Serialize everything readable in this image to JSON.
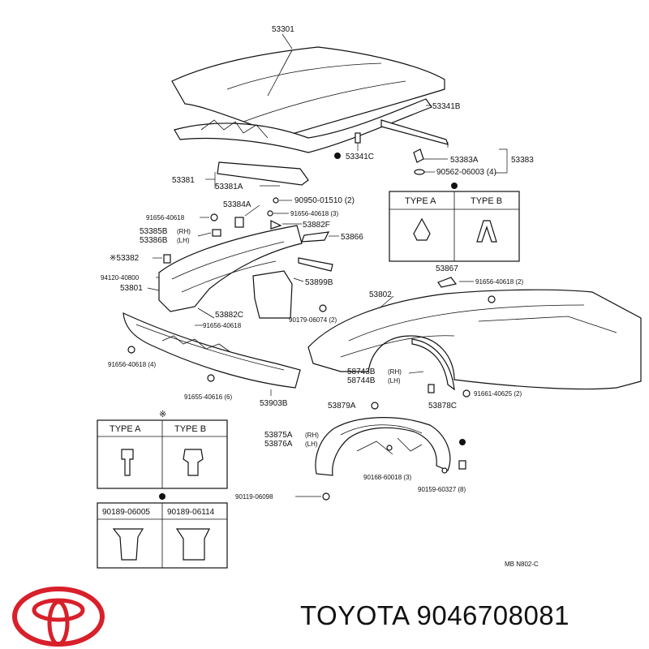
{
  "caption": {
    "brand": "TOYOTA",
    "part_number": "9046708081"
  },
  "drawing_code": "MB  N802-C",
  "colors": {
    "ink": "#111111",
    "brand": "#d8202b"
  },
  "labels": {
    "l53301": "53301",
    "l53341B": "53341B",
    "l53341C": "53341C",
    "l53383A": "53383A",
    "l53383": "53383",
    "l90562": "90562-06003 (4)",
    "l53381": "53381",
    "l53381A": "53381A",
    "l53384A": "53384A",
    "l90950": "90950-01510 (2)",
    "l91656a": "91656-40618",
    "l91656b": "91656-40618 (3)",
    "l53882F": "53882F",
    "l53385B": "53385B",
    "l53385Bside": "(RH)",
    "l53386B": "53386B",
    "l53386Bside": "(LH)",
    "l53866": "53866",
    "l53382": "※53382",
    "l94120": "94120-40800",
    "l53801": "53801",
    "l53899B": "53899B",
    "l53882C": "53882C",
    "l91656c": "91656-40618",
    "l90179": "90179-06074 (2)",
    "l53867": "53867",
    "l91656d": "91656-40618 (2)",
    "l53802": "53802",
    "l91656e": "91656-40618 (4)",
    "l58743B": "58743B",
    "l58743Bside": "(RH)",
    "l58744B": "58744B",
    "l58744Bside": "(LH)",
    "l91661": "91661-40625 (2)",
    "l91655": "91655-40616 (6)",
    "l53903B": "53903B",
    "l53879A": "53879A",
    "l53878C": "53878C",
    "l53875A": "53875A",
    "l53875Aside": "(RH)",
    "l53876A": "53876A",
    "l53876Aside": "(LH)",
    "l90168": "90168-60018 (3)",
    "l90159": "90159-60327 (8)",
    "l90119": "90119-06098"
  },
  "tables": {
    "clip_types": {
      "type_a": "TYPE A",
      "type_b": "TYPE B"
    },
    "bolt_types": {
      "marker": "※",
      "type_a": "TYPE A",
      "type_b": "TYPE B"
    },
    "fasteners": {
      "col1": "90189-06005",
      "col2": "90189-06114"
    }
  }
}
